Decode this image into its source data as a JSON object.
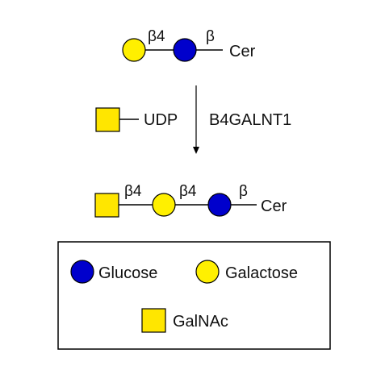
{
  "colors": {
    "glucose": "#0000CC",
    "galactose": "#FFF000",
    "galnac": "#FFE600",
    "stroke": "#000000",
    "text": "#111111"
  },
  "reaction": {
    "substrate": {
      "link_gal_glc": "β4",
      "link_glc_cer": "β",
      "aglycone": "Cer"
    },
    "donor_label": "UDP",
    "enzyme": "B4GALNT1",
    "product": {
      "link_galnac_gal": "β4",
      "link_gal_glc": "β4",
      "link_glc_cer": "β",
      "aglycone": "Cer"
    }
  },
  "legend": {
    "glucose_label": "Glucose",
    "galactose_label": "Galactose",
    "galnac_label": "GalNAc"
  },
  "icons": {
    "glucose": "blue-circle-icon",
    "galactose": "yellow-circle-icon",
    "galnac": "yellow-square-icon"
  }
}
